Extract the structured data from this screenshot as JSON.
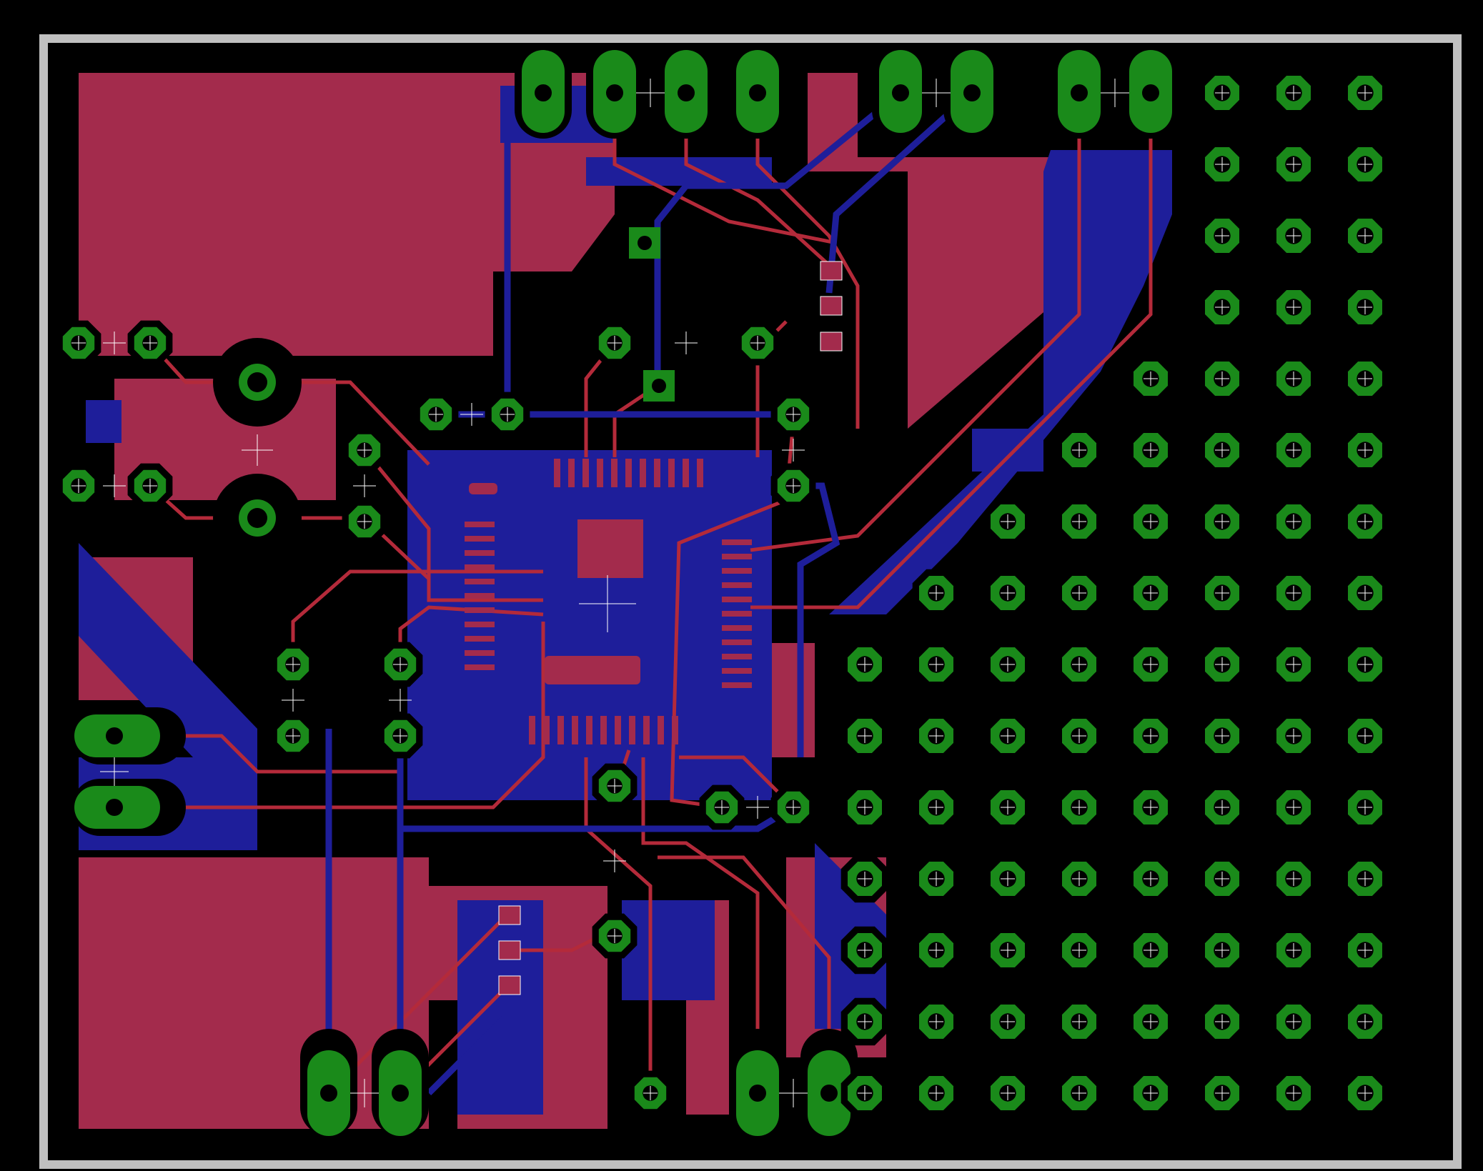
{
  "colors": {
    "background": "#000000",
    "board_outline": "#c0c0c0",
    "top_copper": "#b42a3a",
    "top_pour": "#a32b4c",
    "bottom_copper": "#1e1e9a",
    "pad": "#1a8a1a",
    "via_ring": "#1a8a1a",
    "crosshair": "#ffffff"
  },
  "layers": [
    "top-copper",
    "bottom-copper",
    "pads",
    "vias",
    "board-outline"
  ],
  "perfboard": {
    "hole_shape": "octagon",
    "rows": 15,
    "columns": 8
  },
  "components": {
    "qfp_chip": "tqfp-44",
    "sot_parts": 2
  }
}
